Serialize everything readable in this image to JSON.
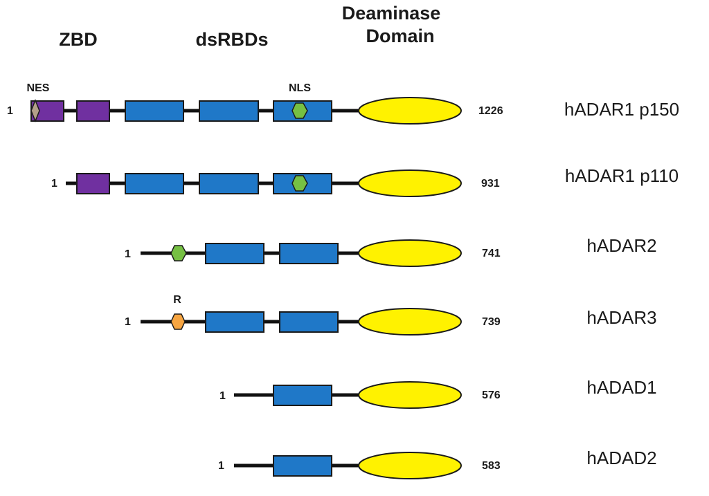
{
  "headers": {
    "zbd": "ZBD",
    "dsrbds": "dsRBDs",
    "deaminase_line1": "Deaminase",
    "deaminase_line2": "Domain"
  },
  "motif_labels": {
    "nes": "NES",
    "nls": "NLS",
    "r": "R"
  },
  "colors": {
    "zbd": "#7030A0",
    "dsrbd": "#1F78C8",
    "deaminase": "#FFF200",
    "nls": "#76C043",
    "nes": "#B3A08A",
    "r_motif": "#F7A541",
    "backbone": "#111111"
  },
  "proteins": [
    {
      "name": "hADAR1 p150",
      "start": "1",
      "length": "1226",
      "zbd_count": 2,
      "dsrbd_count": 3,
      "has_nes": true,
      "has_nls": true,
      "has_r_motif": false
    },
    {
      "name": "hADAR1 p110",
      "start": "1",
      "length": "931",
      "zbd_count": 1,
      "dsrbd_count": 3,
      "has_nes": false,
      "has_nls": true,
      "has_r_motif": false
    },
    {
      "name": "hADAR2",
      "start": "1",
      "length": "741",
      "zbd_count": 0,
      "dsrbd_count": 2,
      "has_nes": false,
      "has_nls": true,
      "has_r_motif": false
    },
    {
      "name": "hADAR3",
      "start": "1",
      "length": "739",
      "zbd_count": 0,
      "dsrbd_count": 2,
      "has_nes": false,
      "has_nls": false,
      "has_r_motif": true
    },
    {
      "name": "hADAD1",
      "start": "1",
      "length": "576",
      "zbd_count": 0,
      "dsrbd_count": 1,
      "has_nes": false,
      "has_nls": false,
      "has_r_motif": false
    },
    {
      "name": "hADAD2",
      "start": "1",
      "length": "583",
      "zbd_count": 0,
      "dsrbd_count": 1,
      "has_nes": false,
      "has_nls": false,
      "has_r_motif": false
    }
  ]
}
